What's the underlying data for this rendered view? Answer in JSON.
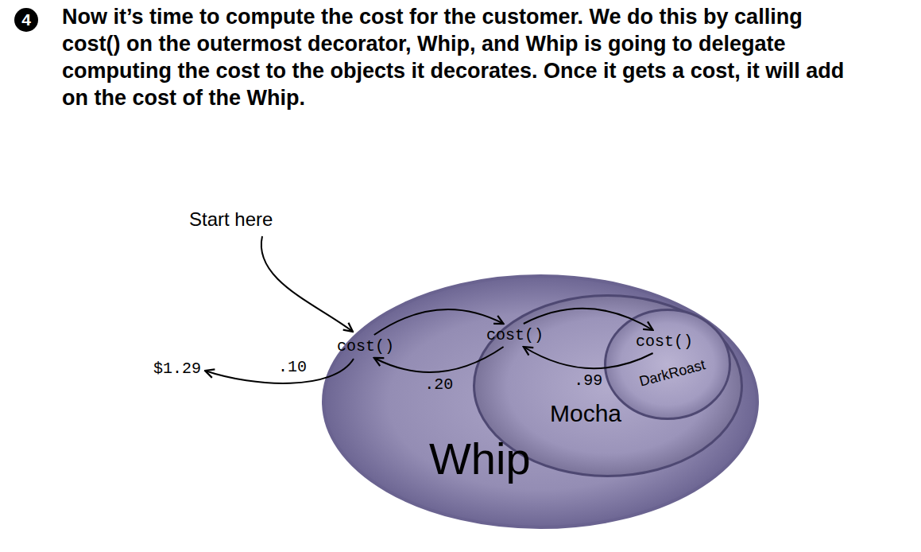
{
  "diagram": {
    "title": "Now it’s time to compute the cost for the customer. We do this by calling cost() on the outermost decorator, Whip, and Whip is going to delegate computing the cost to the objects it decorates. Once it gets a cost, it will add on the cost of the Whip.",
    "nodes": [
      {
        "text": [
          "cost()",
          "Whip"
        ]
      },
      {
        "text": [
          "cost()",
          "Mocha"
        ],
        "in": 0
      },
      {
        "text": [
          "cost()",
          "DarkRoast"
        ],
        "in": 1
      }
    ],
    "edges": [
      {
        "from": 0,
        "to": 1,
        "arrow": "to"
      },
      {
        "from": 1,
        "to": 2,
        "arrow": "to"
      },
      {
        "from": 2,
        "to": 1,
        "arrow": "to",
        "label": ".99"
      },
      {
        "from": 1,
        "to": 0,
        "arrow": "to",
        "label": ".20"
      }
    ],
    "labels": [
      "4",
      "Start here",
      "$1.29",
      ".10"
    ]
  }
}
